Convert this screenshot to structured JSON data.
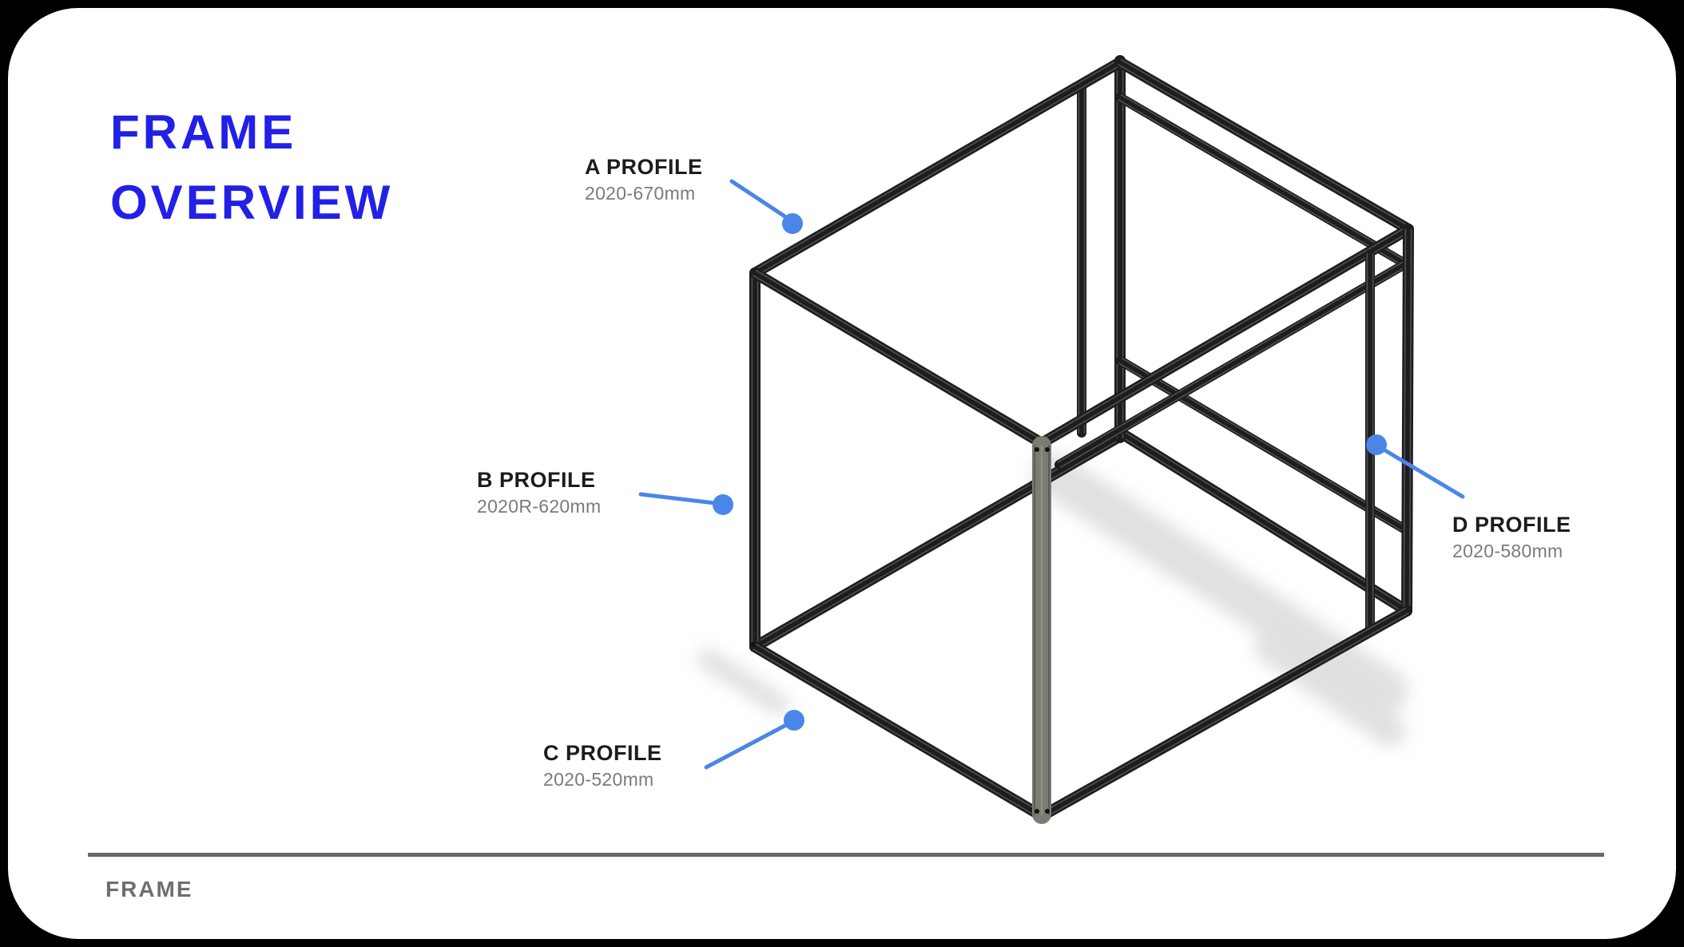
{
  "title": {
    "line1": "FRAME",
    "line2": "OVERVIEW"
  },
  "footer": {
    "label": "FRAME"
  },
  "callouts": {
    "a": {
      "name": "A PROFILE",
      "dimension": "2020-670mm"
    },
    "b": {
      "name": "B PROFILE",
      "dimension": "2020R-620mm"
    },
    "c": {
      "name": "C PROFILE",
      "dimension": "2020-520mm"
    },
    "d": {
      "name": "D PROFILE",
      "dimension": "2020-580mm"
    }
  },
  "colors": {
    "title_blue": "#2220e6",
    "accent_blue": "#4a86e8",
    "label_dark": "#1c1c1c",
    "label_gray": "#7b7b7b",
    "frame_black": "#1d1d1d",
    "frame_slot_highlight": "#4d4d4d",
    "frame_gray_post": "#7c7c75",
    "shadow_gray": "#c8c8c8",
    "divider_gray": "#686868",
    "background": "#000000",
    "card_white": "#ffffff"
  }
}
